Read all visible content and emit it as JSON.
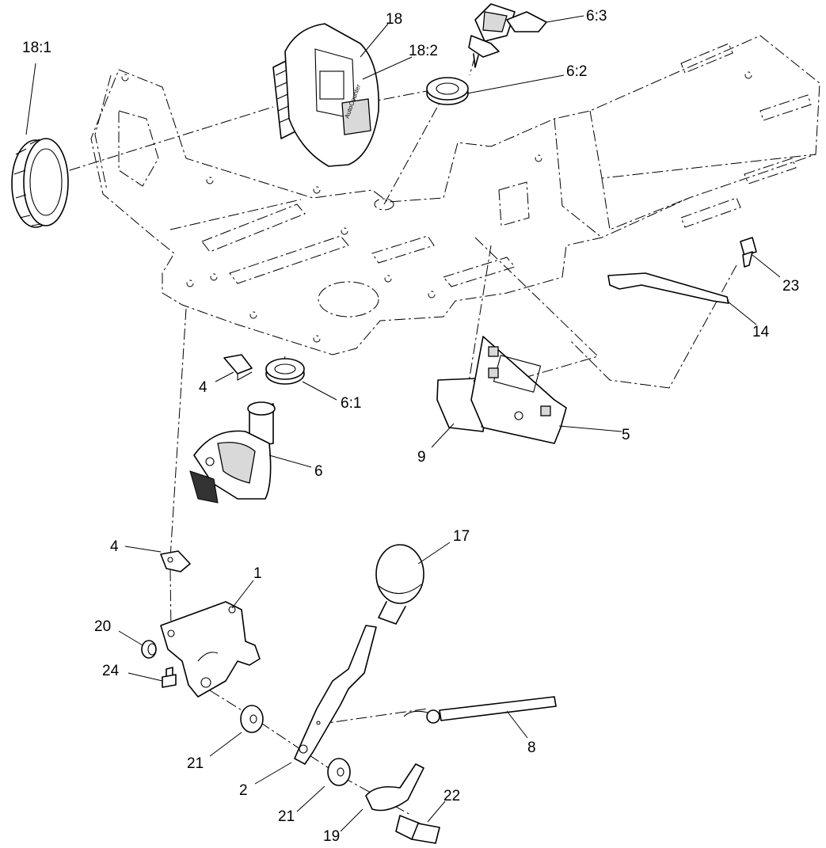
{
  "callouts": {
    "c_18_1": "18:1",
    "c_18": "18",
    "c_18_2": "18:2",
    "c_6_3": "6:3",
    "c_6_2": "6:2",
    "c_23": "23",
    "c_14": "14",
    "c_4a": "4",
    "c_6_1": "6:1",
    "c_5": "5",
    "c_9": "9",
    "c_6": "6",
    "c_4b": "4",
    "c_17": "17",
    "c_1": "1",
    "c_20": "20",
    "c_24": "24",
    "c_8": "8",
    "c_21a": "21",
    "c_2": "2",
    "c_21b": "21",
    "c_22": "22",
    "c_19": "19"
  }
}
